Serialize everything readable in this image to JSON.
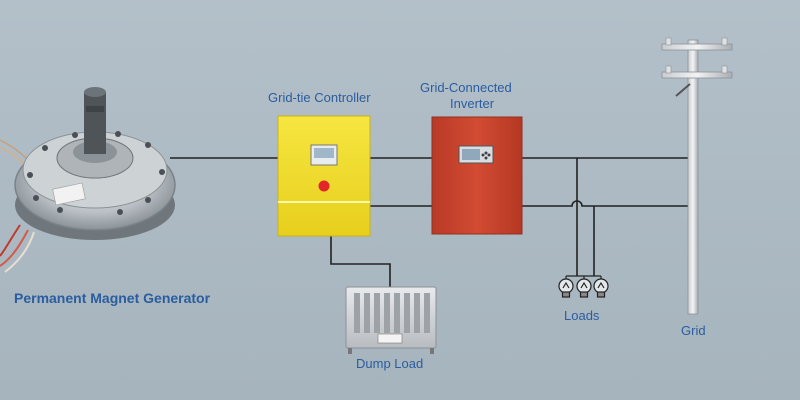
{
  "labels": {
    "generator": "Permanent Magnet Generator",
    "controller": "Grid-tie Controller",
    "inverter_line1": "Grid-Connected",
    "inverter_line2": "Inverter",
    "dump_load": "Dump Load",
    "loads": "Loads",
    "grid": "Grid"
  },
  "colors": {
    "background": "#aab8c2",
    "label_text": "#2a5d9f",
    "controller_yellow": "#f2de2a",
    "inverter_red": "#c9432c",
    "wire": "#222222"
  },
  "icons": [
    "generator-icon",
    "controller-icon",
    "inverter-icon",
    "dump-load-icon",
    "bulb-icon",
    "utility-pole-icon"
  ]
}
